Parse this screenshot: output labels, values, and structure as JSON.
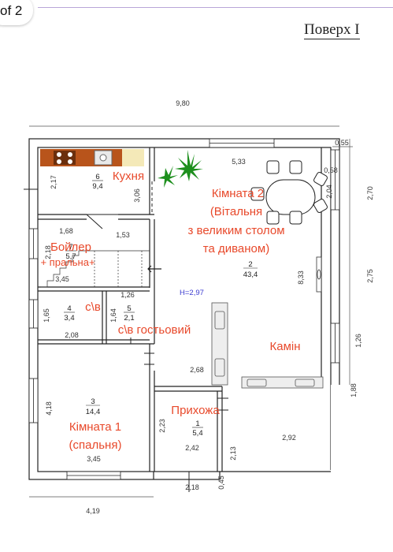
{
  "page_indicator": "of 2",
  "title": "Поверх І",
  "dimensions": {
    "top_total": "9,80",
    "bottom_total": "4,19",
    "right_055": "0,55",
    "right_058": "0,58",
    "right_270": "2,70",
    "right_275": "2,75",
    "right_126": "1,26",
    "right_188": "1,88",
    "right_204": "2,04",
    "kitchen_h": "2,17",
    "kitchen_306": "3,06",
    "boiler_w": "1,68",
    "boiler_153": "1,53",
    "boiler_h": "2,18",
    "stairs_w": "3,45",
    "wc4_h": "1,65",
    "wc4_w": "2,08",
    "wc5_w": "1,26",
    "wc5_h": "1,64",
    "living_h": "8,33",
    "living_533": "5,33",
    "hall_top": "2,68",
    "hall_h": "2,23",
    "hall_w": "2,42",
    "hall_right": "2,13",
    "hall_292": "2,92",
    "bed_h": "4,18",
    "bed_w": "3,45",
    "bottom_218": "2,18",
    "bottom_045": "0,45",
    "ceiling": "H=2,97"
  },
  "rooms": [
    {
      "num": "6",
      "area": "9,4",
      "label": "Кухня"
    },
    {
      "num": "7",
      "area": "5,7",
      "label_lines": [
        "Бойлер",
        "+ пральна+"
      ]
    },
    {
      "num": "4",
      "area": "3,4",
      "label": "с\\в"
    },
    {
      "num": "5",
      "area": "2,1",
      "label": "с\\в гостьовий"
    },
    {
      "num": "2",
      "area": "43,4",
      "label_lines": [
        "Кімната 2",
        "(Вітальня",
        "з великим столом",
        "та диваном)"
      ]
    },
    {
      "num": "3",
      "area": "14,4",
      "label_lines": [
        "Кімната 1",
        "(спальня)"
      ]
    },
    {
      "num": "1",
      "area": "5,4",
      "label": "Прихожа"
    }
  ],
  "fireplace_label": "Камін",
  "colors": {
    "annotation": "#e8492b",
    "wall": "#222222",
    "ceiling_label": "#3b3bd0"
  }
}
